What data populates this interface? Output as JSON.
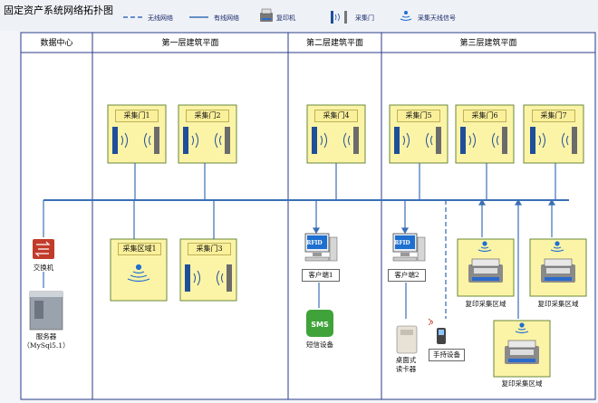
{
  "title": "固定资产系统网络拓扑图",
  "legend": {
    "wireless": "无线网络",
    "wired": "有线网络",
    "copier": "复印机",
    "gate": "采集门",
    "signal": "采集天线信号"
  },
  "columns": {
    "datacenter": "数据中心",
    "floor1": "第一层建筑平面",
    "floor2": "第二层建筑平面",
    "floor3": "第三层建筑平面"
  },
  "gates": {
    "g1": "采集门1",
    "g2": "采集门2",
    "g3": "采集门3",
    "g4": "采集门4",
    "g5": "采集门5",
    "g6": "采集门6",
    "g7": "采集门7"
  },
  "areas": {
    "a1": "采集区域1",
    "copy1": "复印采集区域",
    "copy2": "复印采集区域",
    "copy3": "复印采集区域"
  },
  "devices": {
    "switch": "交换机",
    "server_line1": "服务器",
    "server_line2": "（MySql5.1）",
    "client1": "客户端1",
    "client2": "客户端2",
    "sms_icon": "SMS",
    "sms": "短信设备",
    "desk_reader_line1": "桌面式",
    "desk_reader_line2": "读卡器",
    "handheld": "手持设备",
    "rfid1": "RFID",
    "rfid2": "RFID"
  },
  "colors": {
    "line": "#3b6fb5",
    "zone_fill": "#fbf3a6",
    "zone_border": "#6a8a3a",
    "column_border": "#2a3a8a",
    "box_fill": "#fbf09a"
  }
}
